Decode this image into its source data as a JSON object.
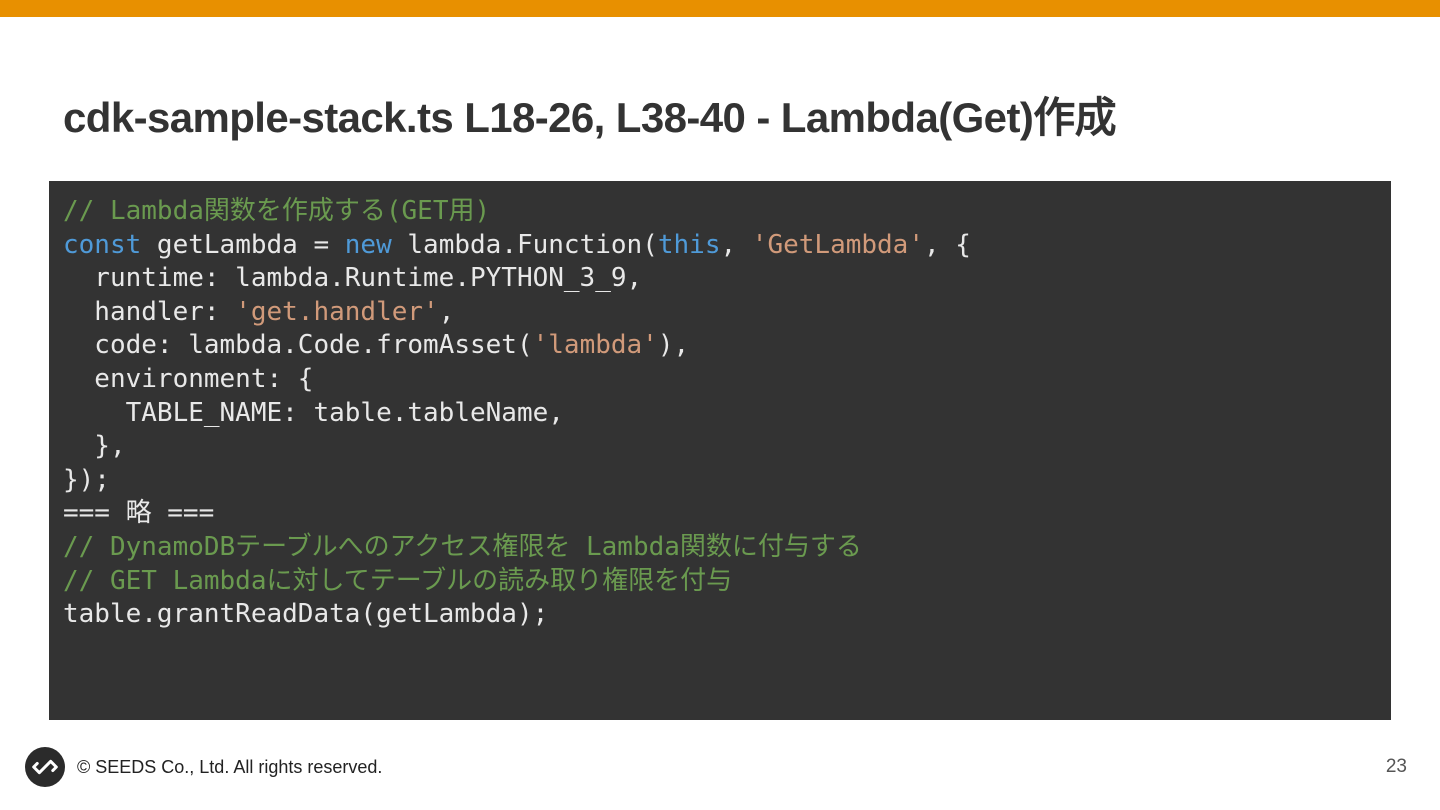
{
  "slide": {
    "title": "cdk-sample-stack.ts L18-26, L38-40 - Lambda(Get)作成",
    "page_number": "23"
  },
  "footer": {
    "copyright": "© SEEDS Co., Ltd. All rights reserved.",
    "logo_icon": "seeds-logo-icon"
  },
  "colors": {
    "accent_bar": "#e89000",
    "code_background": "#333333",
    "code_comment": "#6a9a4f",
    "code_keyword": "#4f9ad8",
    "code_string": "#d19a7a",
    "code_text": "#e8e8e8"
  },
  "code": {
    "lines": [
      [
        {
          "text": "// Lambda関数を作成する(GET用)",
          "type": "comment"
        }
      ],
      [
        {
          "text": "const",
          "type": "keyword"
        },
        {
          "text": " getLambda = ",
          "type": "plain"
        },
        {
          "text": "new",
          "type": "keyword"
        },
        {
          "text": " lambda.Function(",
          "type": "plain"
        },
        {
          "text": "this",
          "type": "keyword"
        },
        {
          "text": ", ",
          "type": "plain"
        },
        {
          "text": "'GetLambda'",
          "type": "string"
        },
        {
          "text": ", {",
          "type": "plain"
        }
      ],
      [
        {
          "text": "  runtime: lambda.Runtime.PYTHON_3_9,",
          "type": "plain"
        }
      ],
      [
        {
          "text": "  handler: ",
          "type": "plain"
        },
        {
          "text": "'get.handler'",
          "type": "string"
        },
        {
          "text": ",",
          "type": "plain"
        }
      ],
      [
        {
          "text": "  code: lambda.Code.fromAsset(",
          "type": "plain"
        },
        {
          "text": "'lambda'",
          "type": "string"
        },
        {
          "text": "),",
          "type": "plain"
        }
      ],
      [
        {
          "text": "  environment: {",
          "type": "plain"
        }
      ],
      [
        {
          "text": "    TABLE_NAME: table.tableName,",
          "type": "plain"
        }
      ],
      [
        {
          "text": "  },",
          "type": "plain"
        }
      ],
      [
        {
          "text": "});",
          "type": "plain"
        }
      ],
      [
        {
          "text": "=== 略 ===",
          "type": "plain"
        }
      ],
      [
        {
          "text": "// DynamoDBテーブルへのアクセス権限を Lambda関数に付与する",
          "type": "comment"
        }
      ],
      [
        {
          "text": "// GET Lambdaに対してテーブルの読み取り権限を付与",
          "type": "comment"
        }
      ],
      [
        {
          "text": "table.grantReadData(getLambda);",
          "type": "plain"
        }
      ]
    ]
  }
}
